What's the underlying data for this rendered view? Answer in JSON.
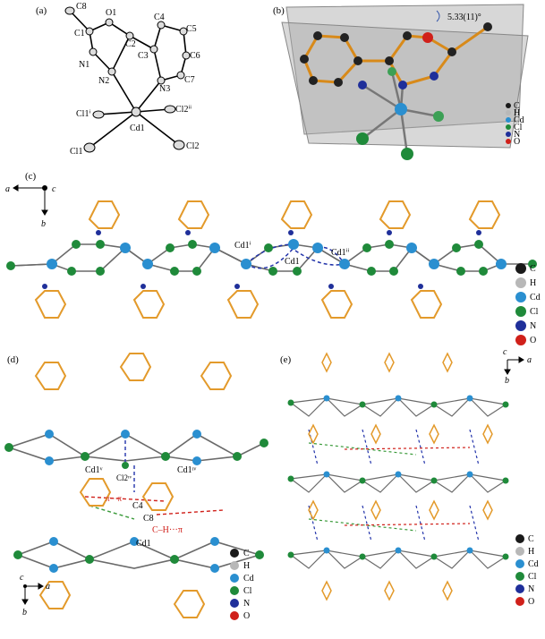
{
  "panels": {
    "a": {
      "label": "(a)",
      "atoms": [
        "C8",
        "O1",
        "C1",
        "C2",
        "C4",
        "N1",
        "C3",
        "C5",
        "N2",
        "C6",
        "C7",
        "N3",
        "Cl1ⁱ",
        "Cl2ⁱⁱ",
        "Cd1",
        "Cl1",
        "Cl2"
      ]
    },
    "b": {
      "label": "(b)",
      "angle": "5.33(11)°",
      "legend": [
        "C",
        "H",
        "Cd",
        "Cl",
        "N",
        "O"
      ]
    },
    "c": {
      "label": "(c)",
      "axis_a": "a",
      "axis_b": "b",
      "axis_c": "c",
      "atoms": [
        "Cd1ⁱ",
        "Cd1",
        "Cd1ⁱⁱ"
      ],
      "legend": [
        "C",
        "H",
        "Cd",
        "Cl",
        "N",
        "O"
      ]
    },
    "d": {
      "label": "(d)",
      "atoms": [
        "Cd1ᵛ",
        "Cl2ᶦᵛ",
        "Cd1ᶦᵛ",
        "C4",
        "C8",
        "Cd1"
      ],
      "pi_label": "π···π",
      "ch_label": "C–H···π",
      "axis_a": "a",
      "axis_b": "b",
      "axis_c": "c",
      "legend": [
        "C",
        "H",
        "Cd",
        "Cl",
        "N",
        "O"
      ]
    },
    "e": {
      "label": "(e)",
      "axis_a": "a",
      "axis_b": "b",
      "axis_c": "c",
      "legend": [
        "C",
        "H",
        "Cd",
        "Cl",
        "N",
        "O"
      ]
    }
  },
  "colors": {
    "C": "#1a1a1a",
    "H": "#b8b8b8",
    "Cd": "#2a8fd0",
    "Cl": "#1f8a3a",
    "N": "#1f2f9a",
    "O": "#d0201a",
    "bond": "#e39a2b",
    "cdbond": "#6a6a6a",
    "plane": "#9c9c9c"
  }
}
